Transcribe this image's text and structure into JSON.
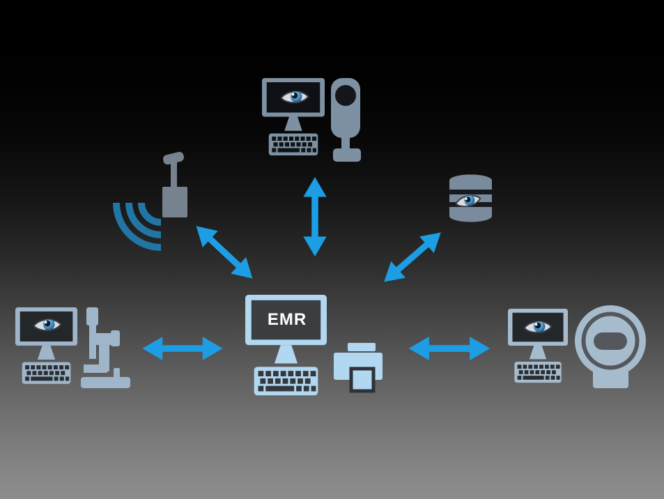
{
  "emr": {
    "label": "EMR"
  },
  "colors": {
    "background_top": "#000000",
    "background_bottom": "#8d8d8d",
    "arrow": "#1d9ee4",
    "emr_station": "#b2d7f1",
    "printer": "#b2d7f1",
    "top_station": "#7d91a2",
    "camera": "#7d91a2",
    "wireless_device": "#76838f",
    "wifi_signal": "#2176a6",
    "database": "#7a8b9d",
    "left_station": "#9fb5c9",
    "right_station": "#a6bccd",
    "eye_iris": "#2a6da3",
    "screen_dark": "#0e1013",
    "emr_screen": "#3b3e41"
  },
  "nodes": [
    {
      "id": "imaging-workstation",
      "position": "top",
      "icons": [
        "monitor-eye-icon",
        "keyboard-icon",
        "imaging-camera-icon"
      ]
    },
    {
      "id": "wireless-transmitter",
      "position": "upper-left",
      "icons": [
        "antenna-icon",
        "wifi-signal-icon"
      ]
    },
    {
      "id": "image-database",
      "position": "upper-right",
      "icons": [
        "database-icon",
        "eye-icon"
      ]
    },
    {
      "id": "diagnostic-station",
      "position": "left",
      "icons": [
        "monitor-eye-icon",
        "keyboard-icon",
        "slit-lamp-icon"
      ]
    },
    {
      "id": "emr-workstation",
      "position": "center",
      "label": "EMR",
      "icons": [
        "monitor-icon",
        "keyboard-icon"
      ]
    },
    {
      "id": "printer",
      "position": "center-right",
      "icons": [
        "printer-icon"
      ]
    },
    {
      "id": "exam-station",
      "position": "right",
      "icons": [
        "monitor-eye-icon",
        "keyboard-icon",
        "perimeter-icon"
      ]
    }
  ],
  "connections": [
    {
      "from": "emr-workstation",
      "to": "imaging-workstation",
      "style": "double-arrow"
    },
    {
      "from": "emr-workstation",
      "to": "wireless-transmitter",
      "style": "double-arrow"
    },
    {
      "from": "emr-workstation",
      "to": "image-database",
      "style": "double-arrow"
    },
    {
      "from": "emr-workstation",
      "to": "diagnostic-station",
      "style": "double-arrow"
    },
    {
      "from": "emr-workstation",
      "to": "exam-station",
      "style": "double-arrow"
    }
  ]
}
